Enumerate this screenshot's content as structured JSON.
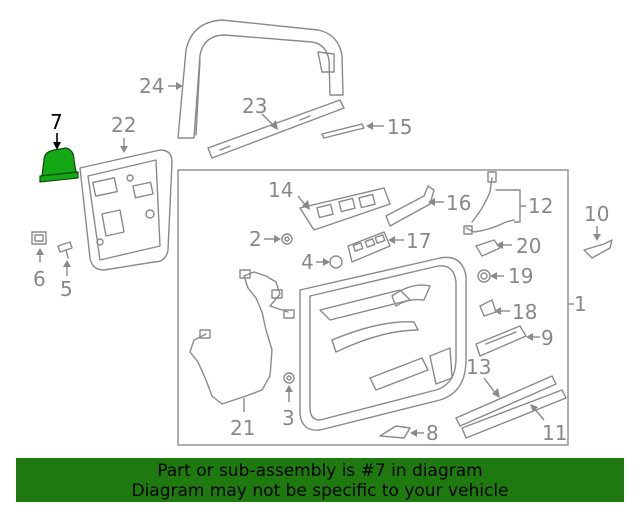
{
  "diagram": {
    "highlighted_part": "7",
    "callouts": [
      "1",
      "2",
      "3",
      "4",
      "5",
      "6",
      "7",
      "8",
      "9",
      "10",
      "11",
      "12",
      "13",
      "14",
      "15",
      "16",
      "17",
      "18",
      "19",
      "20",
      "21",
      "22",
      "23",
      "24"
    ]
  },
  "banner": {
    "line1": "Part or sub-assembly is #7 in diagram",
    "line2": "Diagram may not be specific to your vehicle",
    "background_color": "#1e7a0f"
  },
  "colors": {
    "highlight_part": "#14a814",
    "line_art": "#8a8a8a"
  }
}
